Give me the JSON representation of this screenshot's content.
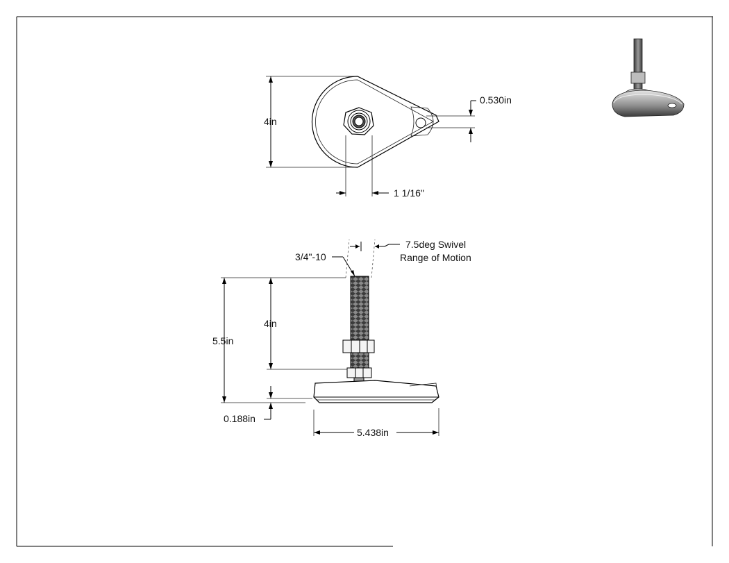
{
  "top_view": {
    "height_label": "4in",
    "slot_label": "0.530in",
    "hex_label": "1 1/16\""
  },
  "side_view": {
    "thread_label": "3/4\"-10",
    "swivel_line1": "7.5deg Swivel",
    "swivel_line2": "Range of Motion",
    "total_height_label": "5.5in",
    "stud_height_label": "4in",
    "base_thickness_label": "0.188in",
    "base_width_label": "5.438in"
  },
  "colors": {
    "line": "#000000",
    "shade_dark": "#4a4a4a",
    "shade_light": "#d8d8d8"
  }
}
